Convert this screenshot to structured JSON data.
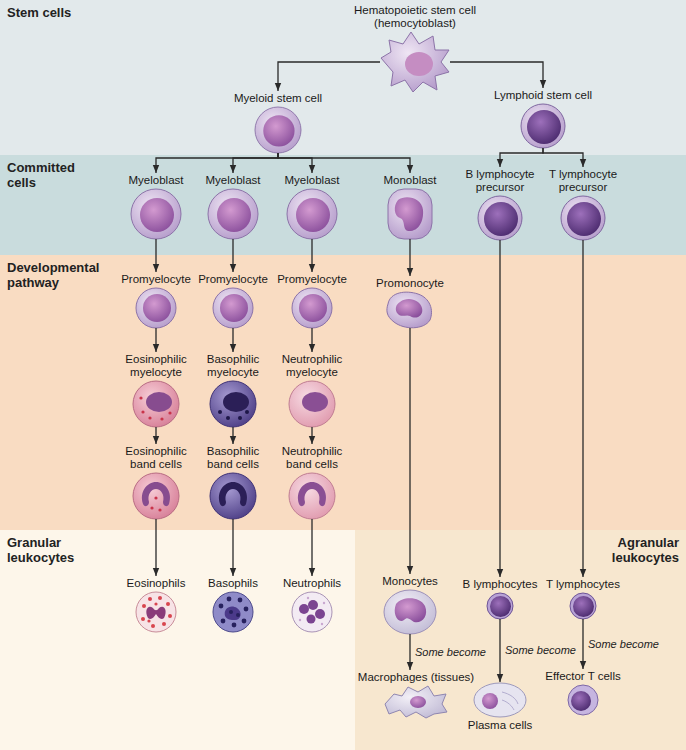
{
  "diagram": {
    "nodes": [
      {
        "text": [
          "Stem cells"
        ]
      },
      {
        "text": [
          "Hematopoietic stem cell (hemocytoblast)"
        ],
        "in": 0
      },
      {
        "text": [
          "Myeloid stem cell"
        ],
        "in": 0
      },
      {
        "text": [
          "Lymphoid stem cell"
        ],
        "in": 0
      },
      {
        "text": [
          "Committed cells"
        ]
      },
      {
        "text": [
          "Myeloblast"
        ],
        "in": 4
      },
      {
        "text": [
          "Myeloblast"
        ],
        "in": 4
      },
      {
        "text": [
          "Myeloblast"
        ],
        "in": 4
      },
      {
        "text": [
          "Monoblast"
        ],
        "in": 4
      },
      {
        "text": [
          "B lymphocyte precursor"
        ],
        "in": 4
      },
      {
        "text": [
          "T lymphocyte precursor"
        ],
        "in": 4
      },
      {
        "text": [
          "Developmental pathway"
        ]
      },
      {
        "text": [
          "Promyelocyte"
        ],
        "in": 11
      },
      {
        "text": [
          "Promyelocyte"
        ],
        "in": 11
      },
      {
        "text": [
          "Promyelocyte"
        ],
        "in": 11
      },
      {
        "text": [
          "Promonocyte"
        ],
        "in": 11
      },
      {
        "text": [
          "Eosinophilic myelocyte"
        ],
        "in": 11
      },
      {
        "text": [
          "Basophilic myelocyte"
        ],
        "in": 11
      },
      {
        "text": [
          "Neutrophilic myelocyte"
        ],
        "in": 11
      },
      {
        "text": [
          "Eosinophilic band cells"
        ],
        "in": 11
      },
      {
        "text": [
          "Basophilic band cells"
        ],
        "in": 11
      },
      {
        "text": [
          "Neutrophilic band cells"
        ],
        "in": 11
      },
      {
        "text": [
          "Granular leukocytes"
        ]
      },
      {
        "text": [
          "Eosinophils"
        ],
        "in": 22
      },
      {
        "text": [
          "Basophils"
        ],
        "in": 22
      },
      {
        "text": [
          "Neutrophils"
        ],
        "in": 22
      },
      {
        "text": [
          "Agranular leukocytes"
        ]
      },
      {
        "text": [
          "Monocytes"
        ],
        "in": 26
      },
      {
        "text": [
          "B lymphocytes"
        ],
        "in": 26
      },
      {
        "text": [
          "T lymphocytes"
        ],
        "in": 26
      },
      {
        "text": [
          "Macrophages (tissues)"
        ],
        "in": 26
      },
      {
        "text": [
          "Plasma cells"
        ],
        "in": 26
      },
      {
        "text": [
          "Effector T cells"
        ],
        "in": 26
      }
    ],
    "edges": [
      {
        "from": 1,
        "to": 2,
        "arrow": "to"
      },
      {
        "from": 1,
        "to": 3,
        "arrow": "to"
      },
      {
        "from": 2,
        "to": 5,
        "arrow": "to"
      },
      {
        "from": 2,
        "to": 6,
        "arrow": "to"
      },
      {
        "from": 2,
        "to": 7,
        "arrow": "to"
      },
      {
        "from": 2,
        "to": 8,
        "arrow": "to"
      },
      {
        "from": 3,
        "to": 9,
        "arrow": "to"
      },
      {
        "from": 3,
        "to": 10,
        "arrow": "to"
      },
      {
        "from": 5,
        "to": 12,
        "arrow": "to"
      },
      {
        "from": 6,
        "to": 13,
        "arrow": "to"
      },
      {
        "from": 7,
        "to": 14,
        "arrow": "to"
      },
      {
        "from": 8,
        "to": 15,
        "arrow": "to"
      },
      {
        "from": 12,
        "to": 16,
        "arrow": "to"
      },
      {
        "from": 13,
        "to": 17,
        "arrow": "to"
      },
      {
        "from": 14,
        "to": 18,
        "arrow": "to"
      },
      {
        "from": 16,
        "to": 19,
        "arrow": "to"
      },
      {
        "from": 17,
        "to": 20,
        "arrow": "to"
      },
      {
        "from": 18,
        "to": 21,
        "arrow": "to"
      },
      {
        "from": 19,
        "to": 23,
        "arrow": "to"
      },
      {
        "from": 20,
        "to": 24,
        "arrow": "to"
      },
      {
        "from": 21,
        "to": 25,
        "arrow": "to"
      },
      {
        "from": 15,
        "to": 27,
        "arrow": "to"
      },
      {
        "from": 9,
        "to": 28,
        "arrow": "to"
      },
      {
        "from": 10,
        "to": 29,
        "arrow": "to"
      },
      {
        "from": 27,
        "to": 30,
        "label": "Some become",
        "arrow": "to"
      },
      {
        "from": 28,
        "to": 31,
        "label": "Some become",
        "arrow": "to"
      },
      {
        "from": 29,
        "to": 32,
        "label": "Some become",
        "arrow": "to"
      }
    ]
  }
}
